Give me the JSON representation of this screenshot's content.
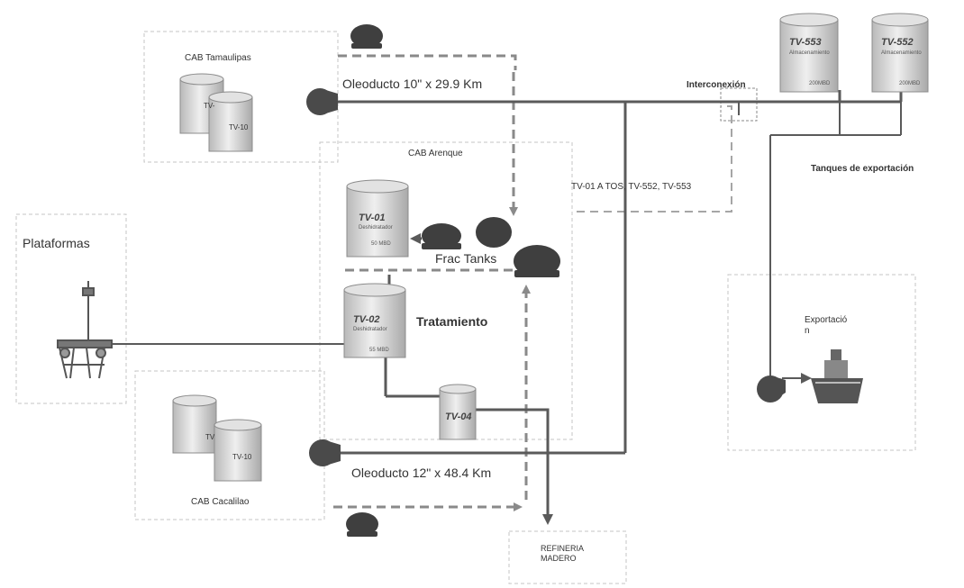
{
  "regions": {
    "cab_tamaulipas": "CAB Tamaulipas",
    "cab_arenque": "CAB Arenque",
    "cab_cacalilao": "CAB Cacalilao",
    "plataformas": "Plataformas",
    "exportacion": "Exportació\nn",
    "refineria": "REFINERIA\nMADERO"
  },
  "pipelines": {
    "top": "Oleoducto 10\" x 29.9 Km",
    "bottom": "Oleoducto 12\" x 48.4 Km"
  },
  "labels": {
    "interconexion": "Interconexión",
    "tanques_exportacion": "Tanques de exportación",
    "transfer": "TV-01 A TOS, TV-552, TV-553",
    "frac_tanks": "Frac Tanks",
    "tratamiento": "Tratamiento"
  },
  "tanks": {
    "tv553": {
      "name": "TV-553",
      "sub": "Almacenamiento",
      "cap": "200MBD"
    },
    "tv552": {
      "name": "TV-552",
      "sub": "Almacenamiento",
      "cap": "200MBD"
    },
    "tv01": {
      "name": "TV-01",
      "sub": "Deshidratador",
      "cap": "50 MBD"
    },
    "tv02": {
      "name": "TV-02",
      "sub": "Deshidratador",
      "cap": "55 MBD"
    },
    "tv04": {
      "name": "TV-04"
    },
    "tam_a": {
      "name": "TV-"
    },
    "tam_b": {
      "name": "TV-10"
    },
    "cac_a": {
      "name": "TV"
    },
    "cac_b": {
      "name": "TV-10"
    }
  },
  "icons": {
    "tanker_truck": "tanker-truck-icon",
    "pump": "pump-icon",
    "ship": "ship-icon",
    "platform": "offshore-platform-icon",
    "tank": "storage-tank-icon"
  },
  "colors": {
    "pipe": "#5a5a5a",
    "dashed_route": "#8a8a8a",
    "region_border": "#bdbdbd",
    "tank_fill": "#d9d9d9"
  }
}
